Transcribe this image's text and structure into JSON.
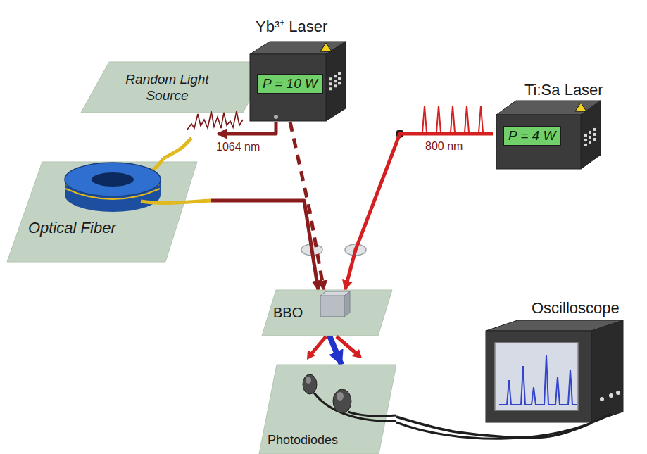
{
  "diagram": {
    "nodes": [
      {
        "text": [
          "Yb³⁺ Laser",
          "P = 10 W"
        ]
      },
      {
        "text": [
          "Random Light Source"
        ]
      },
      {
        "text": [
          "Ti:Sa Laser",
          "P = 4 W"
        ]
      },
      {
        "text": [
          "Optical Fiber"
        ]
      },
      {
        "text": [
          "BBO"
        ]
      },
      {
        "text": [
          "Oscilloscope"
        ]
      },
      {
        "text": [
          "Photodiodes"
        ]
      }
    ],
    "edges": [
      {
        "from": 0,
        "to": 1,
        "arrow": "to",
        "label": "1064 nm"
      },
      {
        "from": 1,
        "to": 3,
        "arrow": "none"
      },
      {
        "from": 3,
        "to": 4,
        "arrow": "to"
      },
      {
        "from": 0,
        "to": 4,
        "arrow": "to"
      },
      {
        "from": 2,
        "to": 4,
        "arrow": "to",
        "label": "800 nm"
      },
      {
        "from": 4,
        "to": 6,
        "arrow": "to"
      },
      {
        "from": 6,
        "to": 5,
        "arrow": "none"
      }
    ]
  }
}
